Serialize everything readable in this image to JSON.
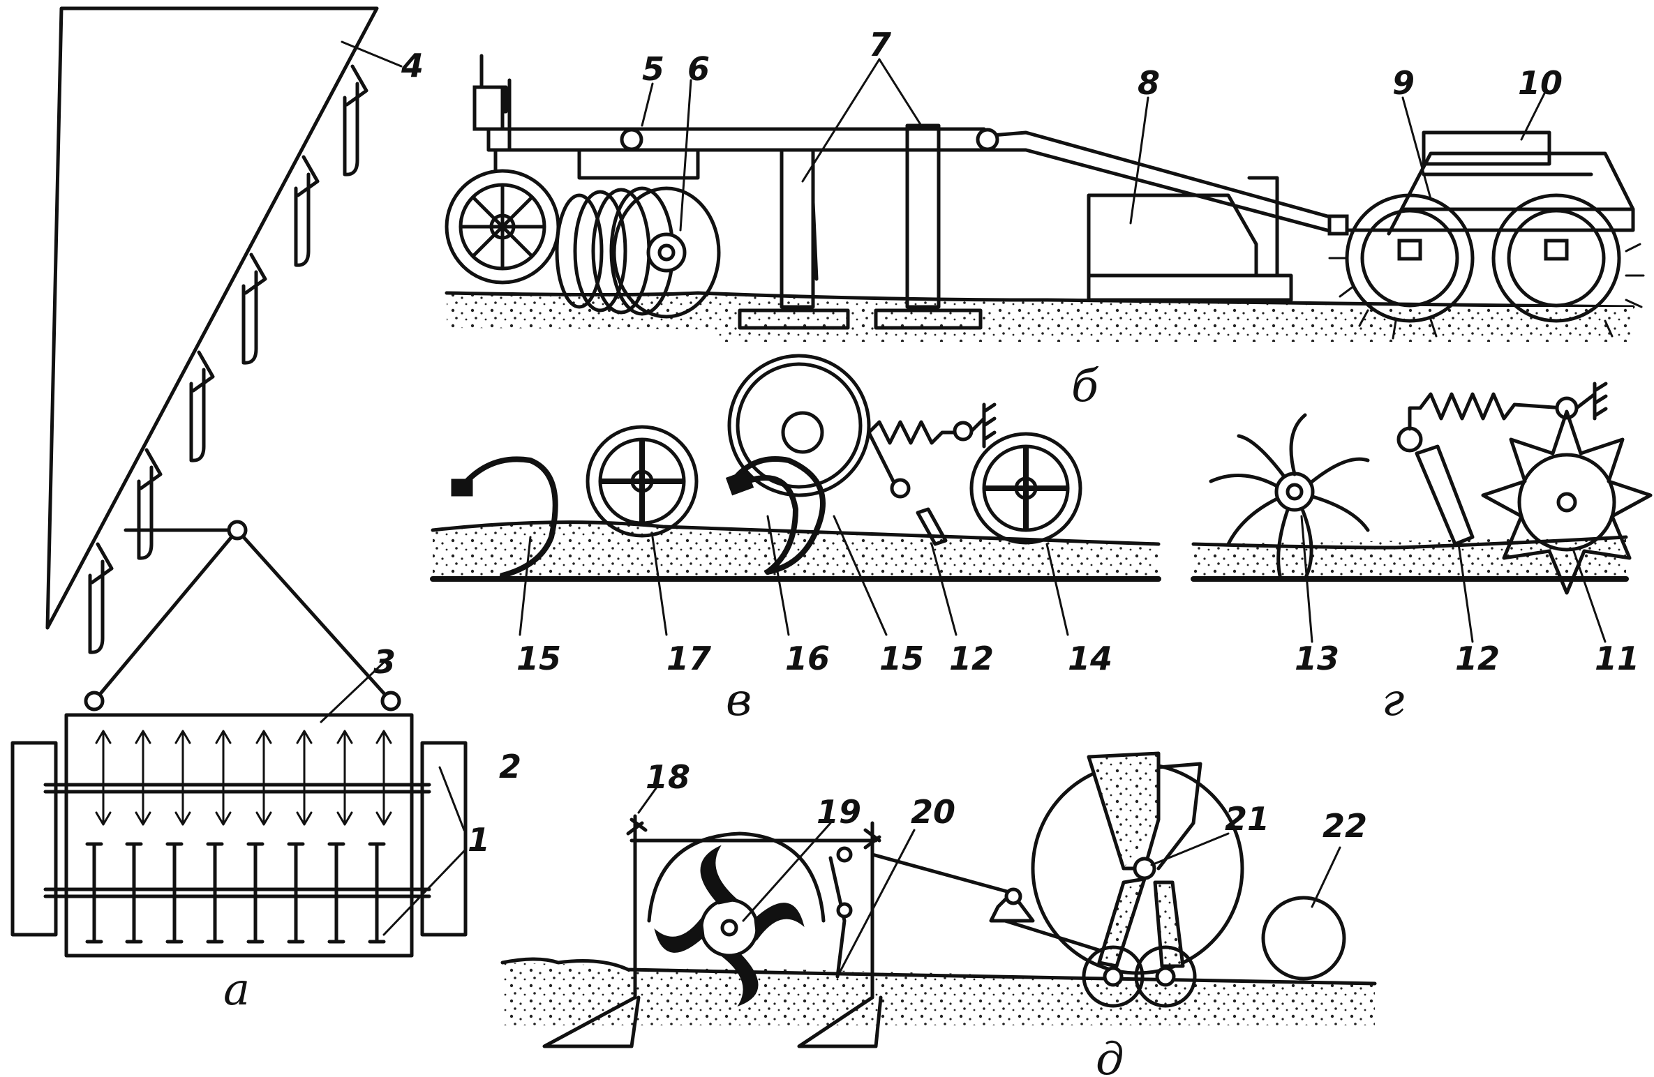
{
  "labels": {
    "n1": "1",
    "n2": "2",
    "n3": "3",
    "n4": "4",
    "n5": "5",
    "n6": "6",
    "n7": "7",
    "n8": "8",
    "n9": "9",
    "n10": "10",
    "n11": "11",
    "n12a": "12",
    "n12b": "12",
    "n13": "13",
    "n14": "14",
    "n15a": "15",
    "n15b": "15",
    "n16": "16",
    "n17": "17",
    "n18": "18",
    "n19": "19",
    "n20": "20",
    "n21": "21",
    "n22": "22"
  },
  "panels": {
    "a": "а",
    "b": "б",
    "v": "в",
    "g": "г",
    "d": "д"
  }
}
